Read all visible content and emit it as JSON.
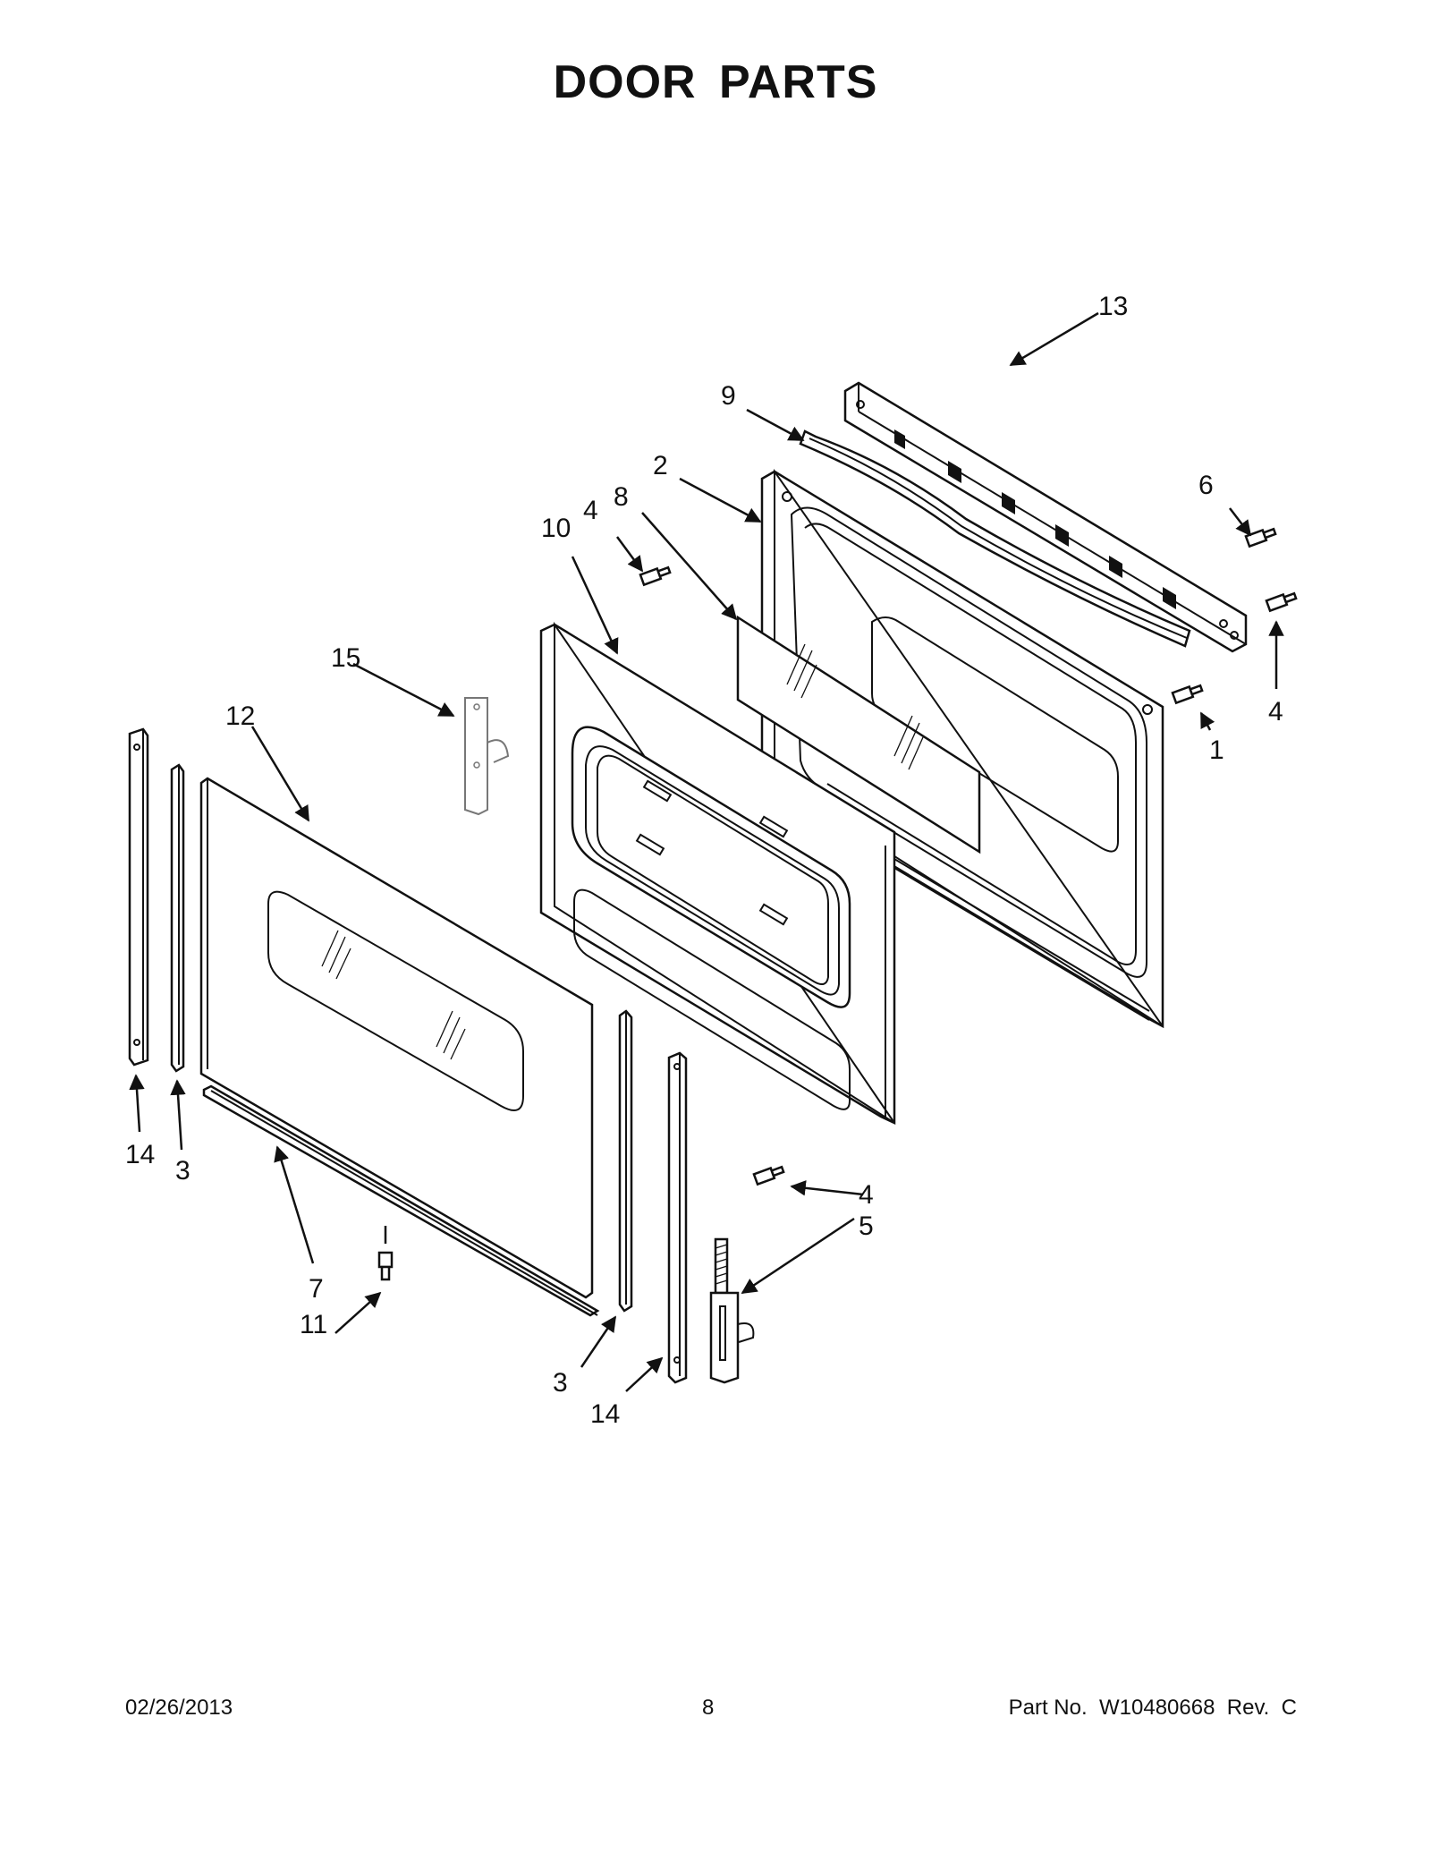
{
  "page": {
    "title": "DOOR PARTS",
    "footer": {
      "date": "02/26/2013",
      "page_number": "8",
      "part_number": "Part No.  W10480668  Rev.  C"
    }
  },
  "callouts": [
    {
      "id": "c9",
      "label": "9"
    },
    {
      "id": "c13",
      "label": "13"
    },
    {
      "id": "c2",
      "label": "2"
    },
    {
      "id": "c6",
      "label": "6"
    },
    {
      "id": "c10",
      "label": "10"
    },
    {
      "id": "c4a",
      "label": "4"
    },
    {
      "id": "c8",
      "label": "8"
    },
    {
      "id": "c15",
      "label": "15"
    },
    {
      "id": "c12",
      "label": "12"
    },
    {
      "id": "c4b",
      "label": "4"
    },
    {
      "id": "c1",
      "label": "1"
    },
    {
      "id": "c14a",
      "label": "14"
    },
    {
      "id": "c3a",
      "label": "3"
    },
    {
      "id": "c4c",
      "label": "4"
    },
    {
      "id": "c5",
      "label": "5"
    },
    {
      "id": "c7",
      "label": "7"
    },
    {
      "id": "c11",
      "label": "11"
    },
    {
      "id": "c3b",
      "label": "3"
    },
    {
      "id": "c14b",
      "label": "14"
    }
  ]
}
